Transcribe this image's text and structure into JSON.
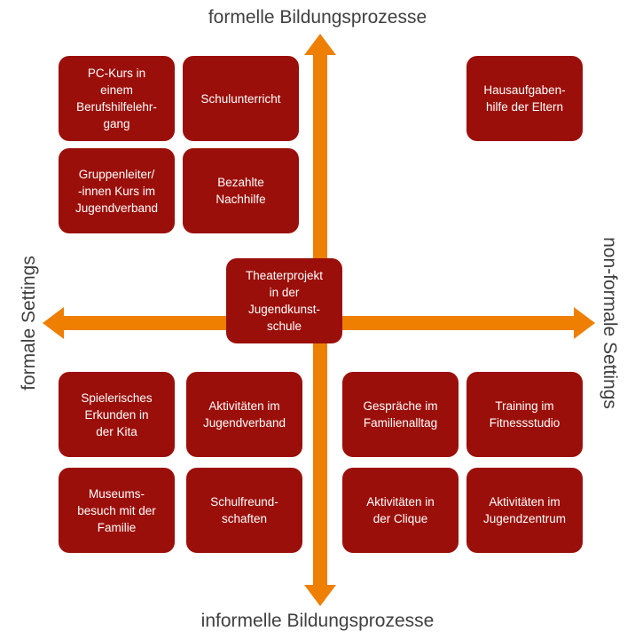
{
  "colors": {
    "arrow": "#ee7f00",
    "box": "#9b0f0a",
    "text": "#404040"
  },
  "axes": {
    "top": "formelle Bildungsprozesse",
    "bottom": "informelle Bildungsprozesse",
    "left": "formale Settings",
    "right": "non-formale Settings"
  },
  "boxes": {
    "pc_kurs": "PC-Kurs in\neinem\nBerufshilfelehr-\ngang",
    "schulunterricht": "Schulunterricht",
    "hausaufgabenhilfe": "Hausaufgaben-\nhilfe der Eltern",
    "gruppenleiter": "Gruppenleiter/\n-innen Kurs im\nJugendverband",
    "nachhilfe": "Bezahlte\nNachhilfe",
    "theaterprojekt": "Theaterprojekt\nin der\nJugendkunst-\nschule",
    "kita": "Spielerisches\nErkunden in\nder Kita",
    "jugendverband": "Aktivitäten im\nJugendverband",
    "familienalltag": "Gespräche im\nFamilienalltag",
    "fitnessstudio": "Training im\nFitnessstudio",
    "museum": "Museums-\nbesuch mit der\nFamilie",
    "schulfreundschaften": "Schulfreund-\nschaften",
    "clique": "Aktivitäten in\nder Clique",
    "jugendzentrum": "Aktivitäten im\nJugendzentrum"
  }
}
